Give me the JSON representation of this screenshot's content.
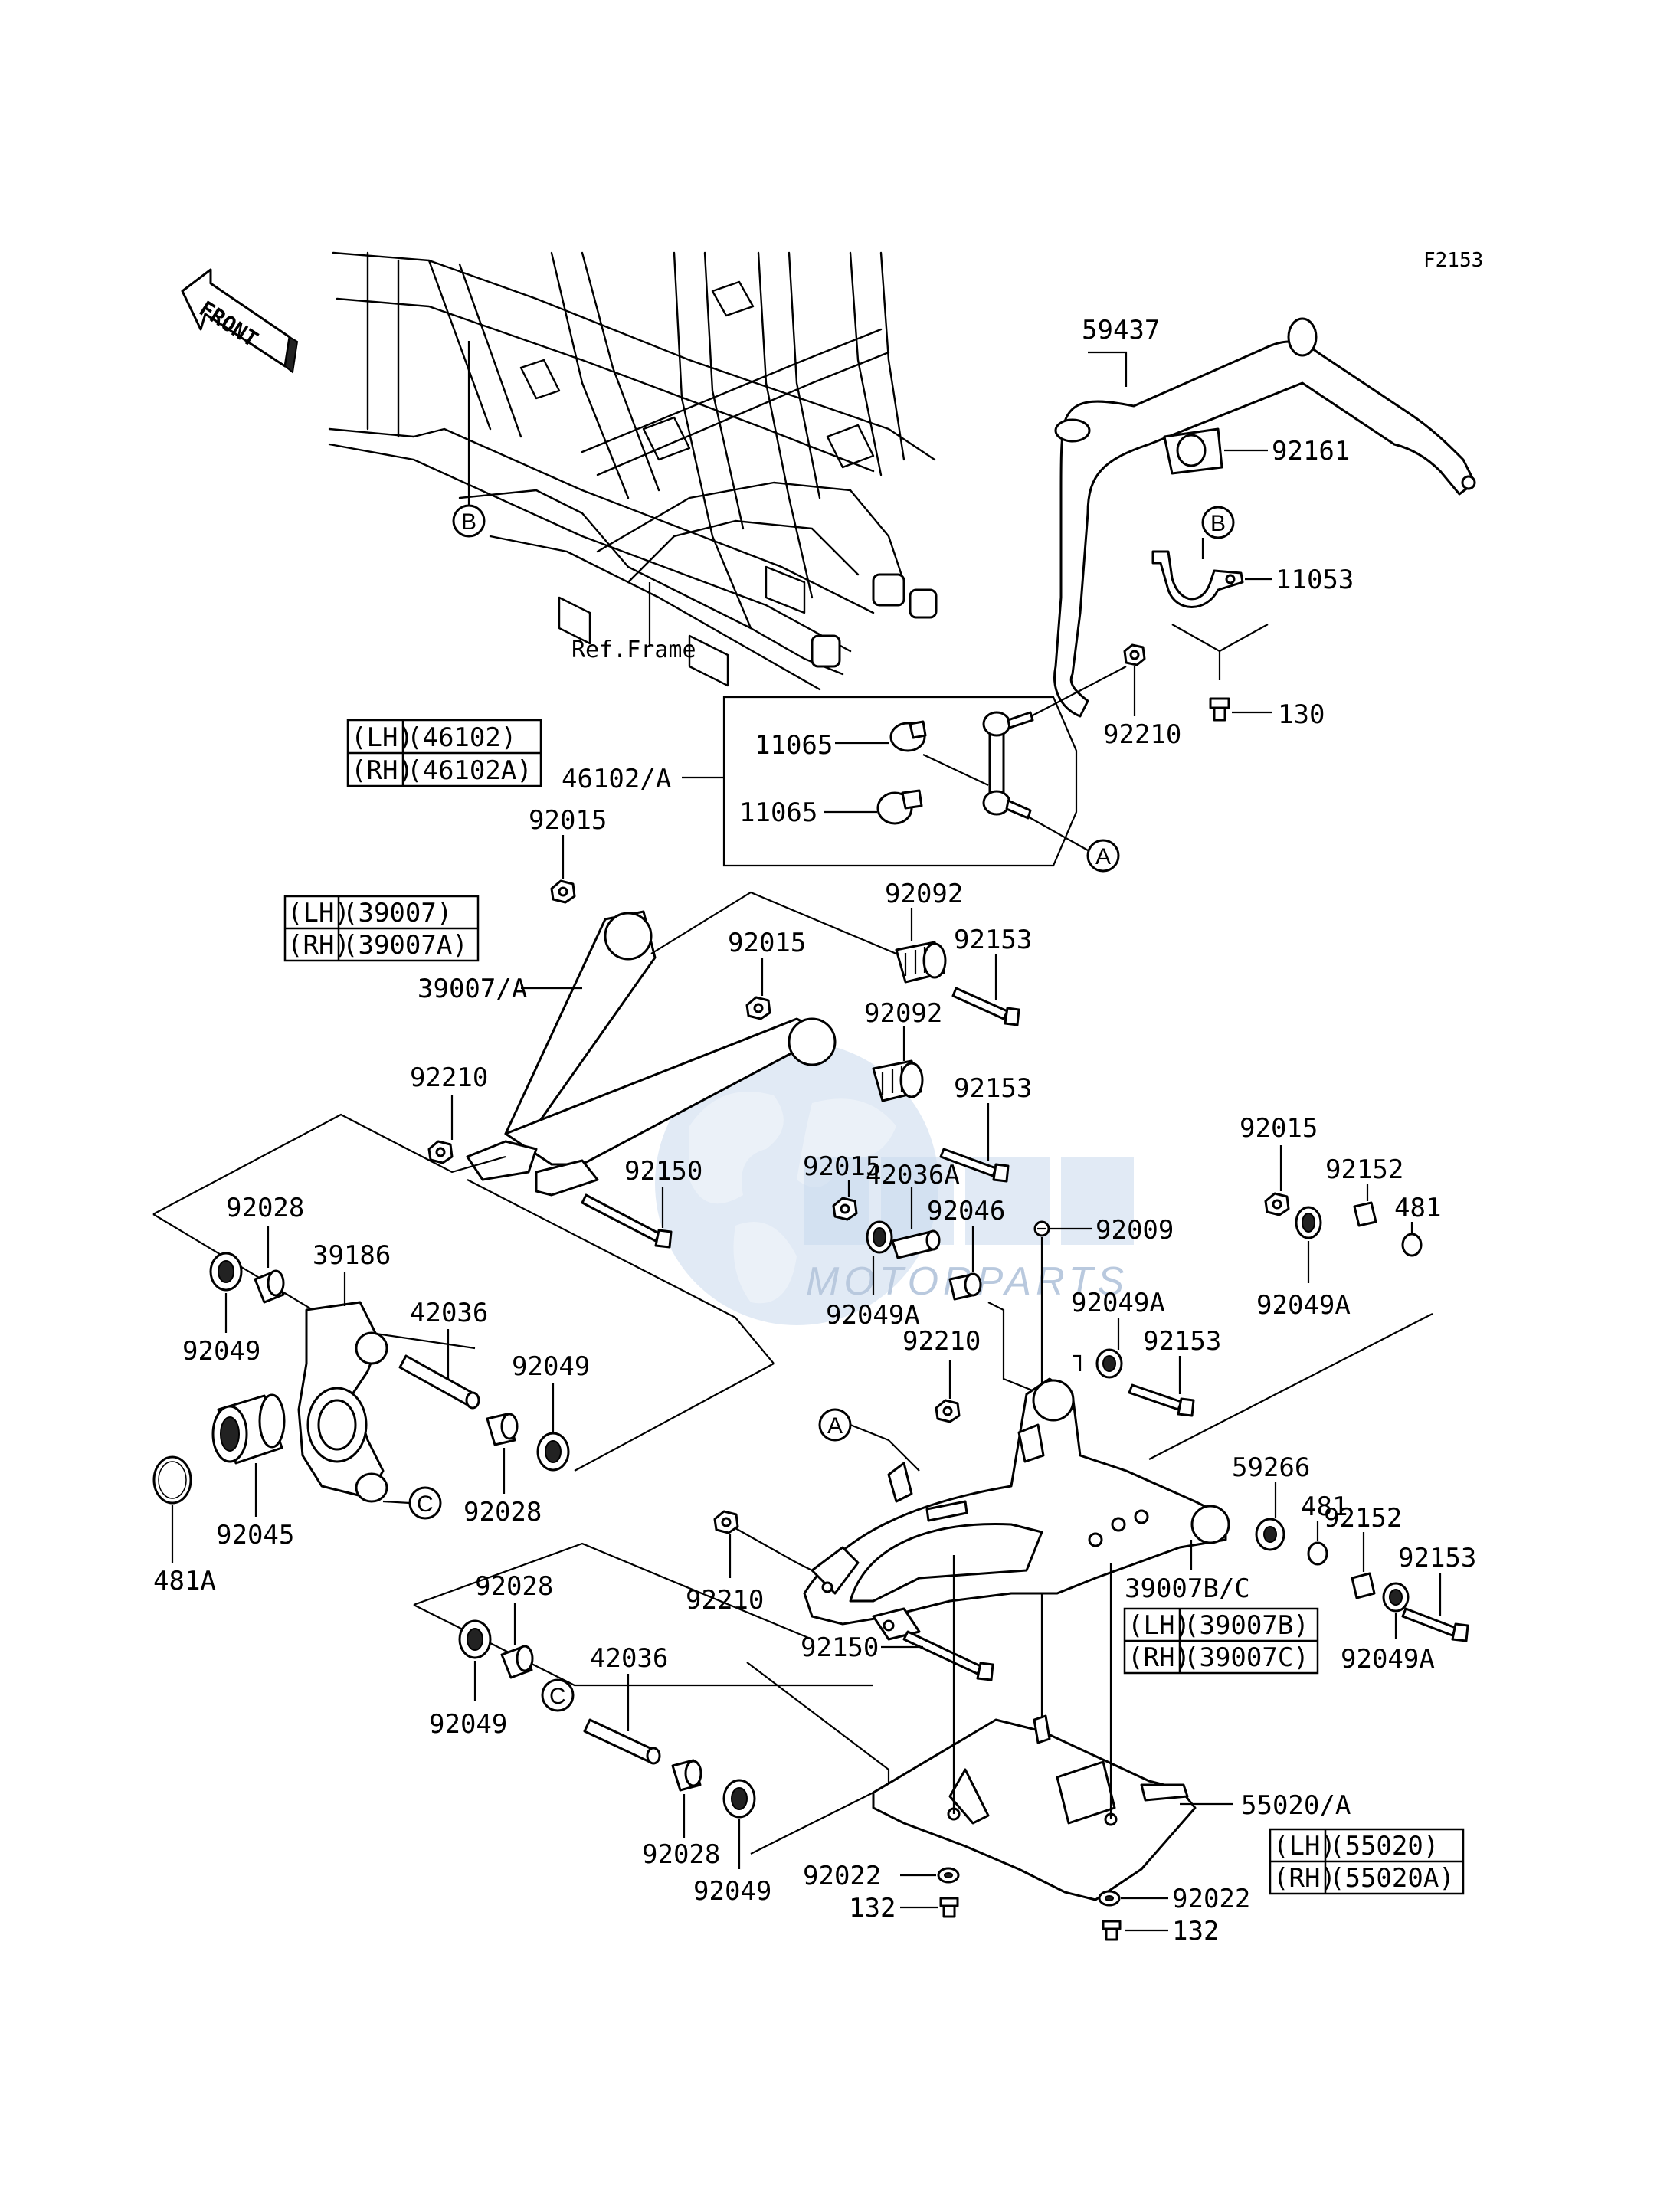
{
  "diagram_code": "F2153",
  "front_label": "FRONT",
  "ref_frame_label": "Ref.Frame",
  "watermark": {
    "text": "MOTORPARTS"
  },
  "ref_markers": {
    "A": "A",
    "B": "B",
    "C": "C"
  },
  "tables": {
    "t46102": [
      {
        "side": "(LH)",
        "code": "(46102)"
      },
      {
        "side": "(RH)",
        "code": "(46102A)"
      }
    ],
    "t39007": [
      {
        "side": "(LH)",
        "code": "(39007)"
      },
      {
        "side": "(RH)",
        "code": "(39007A)"
      }
    ],
    "t39007b": [
      {
        "side": "(LH)",
        "code": "(39007B)"
      },
      {
        "side": "(RH)",
        "code": "(39007C)"
      }
    ],
    "t55020": [
      {
        "side": "(LH)",
        "code": "(55020)"
      },
      {
        "side": "(RH)",
        "code": "(55020A)"
      }
    ]
  },
  "labels": {
    "p59437": "59437",
    "p92161": "92161",
    "p11053": "11053",
    "p130": "130",
    "p92210_a": "92210",
    "p11065_a": "11065",
    "p11065_b": "11065",
    "p46102": "46102/A",
    "p92015_a": "92015",
    "p92092_a": "92092",
    "p92153_a": "92153",
    "p92015_b": "92015",
    "p92092_b": "92092",
    "p39007": "39007/A",
    "p92210_b": "92210",
    "p92153_b": "92153",
    "p92015_c": "92015",
    "p42036A": "42036A",
    "p92150_a": "92150",
    "p92046": "92046",
    "p92009": "92009",
    "p92015_d": "92015",
    "p92152_a": "92152",
    "p481_a": "481",
    "p92049A_a": "92049A",
    "p92049A_b": "92049A",
    "p92049A_c": "92049A",
    "p92028_a": "92028",
    "p39186": "39186",
    "p92049_a": "92049",
    "p42036_a": "42036",
    "p92049_b": "92049",
    "p92028_b": "92028",
    "p92045": "92045",
    "p481A": "481A",
    "p92210_c": "92210",
    "p92153_c": "92153",
    "p59266": "59266",
    "p481_b": "481",
    "p92152_b": "92152",
    "p92153_d": "92153",
    "p92049A_d": "92049A",
    "p92210_d": "92210",
    "p39007BC": "39007B/C",
    "p92150_b": "92150",
    "p92028_c": "92028",
    "p42036_b": "42036",
    "p92049_c": "92049",
    "p92028_d": "92028",
    "p92049_d": "92049",
    "p55020": "55020/A",
    "p92022_a": "92022",
    "p132_a": "132",
    "p92022_b": "92022",
    "p132_b": "132"
  }
}
